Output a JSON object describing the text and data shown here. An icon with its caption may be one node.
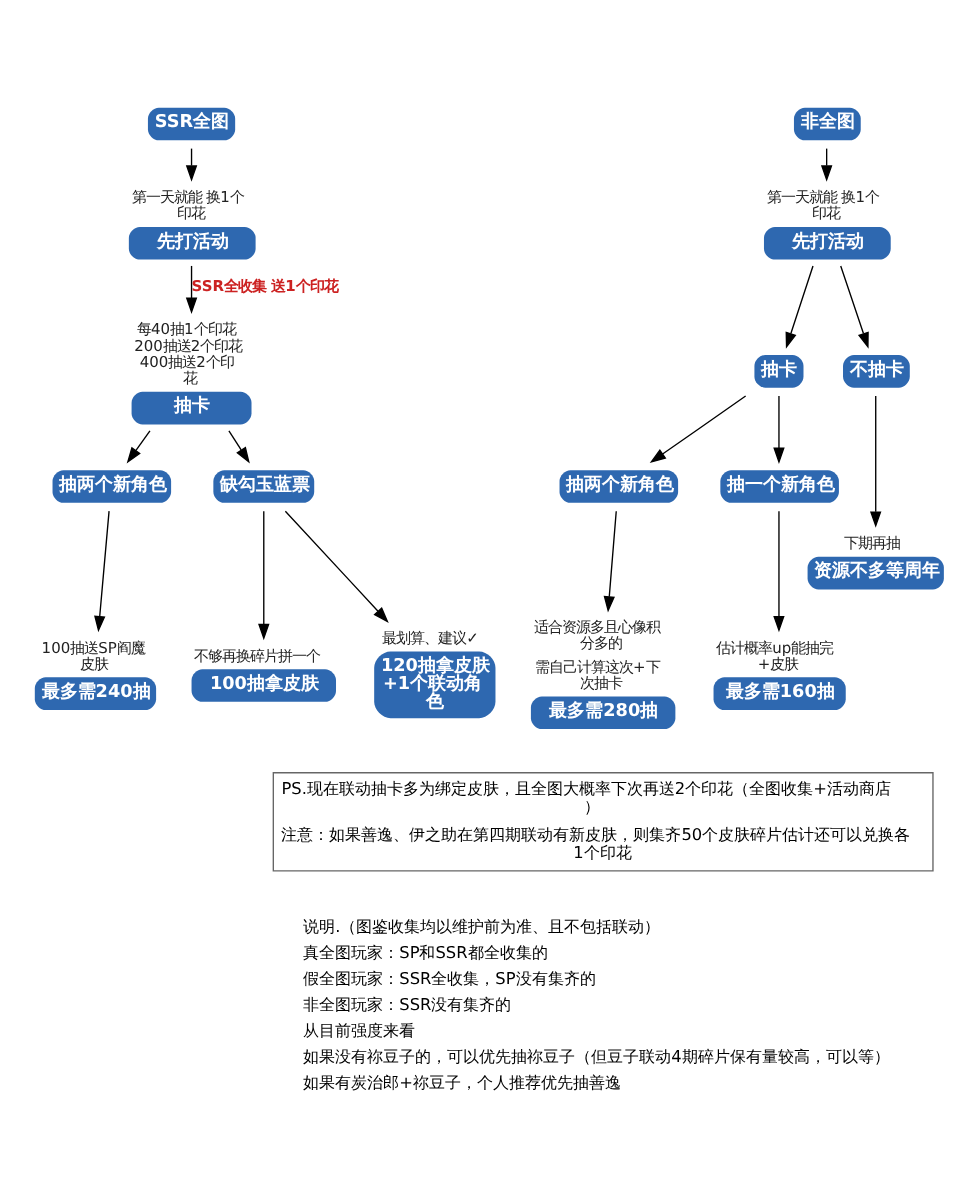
{
  "diagram": {
    "nodes": [
      {
        "text": [
          "SSR全图"
        ]
      },
      {
        "text": [
          "先打活动"
        ],
        "beside": [
          "第一天就能 换1个印花"
        ]
      },
      {
        "text": [
          "抽卡"
        ],
        "beside": [
          "每40抽1个印花 200抽送2个印花 400抽送2个印花"
        ]
      },
      {
        "text": [
          "抽两个新角色"
        ]
      },
      {
        "text": [
          "最多需240抽"
        ],
        "beside": [
          "100抽送SP阎魔皮肤"
        ]
      },
      {
        "text": [
          "缺勾玉蓝票"
        ]
      },
      {
        "text": [
          "100抽拿皮肤"
        ],
        "beside": [
          "不够再换碎片拼一个"
        ]
      },
      {
        "text": [
          "120抽拿皮肤 +1个联动角色"
        ],
        "beside": [
          "最划算、建议✓"
        ]
      },
      {
        "text": [
          "非全图"
        ]
      },
      {
        "text": [
          "先打活动"
        ],
        "beside": [
          "第一天就能 换1个印花"
        ]
      },
      {
        "text": [
          "抽卡"
        ]
      },
      {
        "text": [
          "抽两个新角色"
        ]
      },
      {
        "text": [
          "抽一个新角色"
        ]
      },
      {
        "text": [
          "最多需280抽"
        ],
        "beside": [
          "适合资源多且心像积分多的",
          "需自己计算这次+下次抽卡"
        ]
      },
      {
        "text": [
          "最多需160抽"
        ],
        "beside": [
          "估计概率up能抽完+皮肤"
        ]
      },
      {
        "text": [
          "不抽卡"
        ]
      },
      {
        "text": [
          "资源不多等周年"
        ],
        "beside": [
          "下期再抽"
        ]
      },
      {
        "text": [
          "PS.现在联动抽卡多为绑定皮肤，且全图大概率下次再送2个印花（全图收集+活动商店）",
          "注意：如果善逸、伊之助在第四期联动有新皮肤，则集齐50个皮肤碎片估计还可以兑换各1个印花"
        ]
      }
    ],
    "edges": [
      {
        "from": 0,
        "to": 1,
        "arrow": "to"
      },
      {
        "from": 1,
        "to": 2,
        "arrow": "to",
        "label": "SSR全收集 送1个印花"
      },
      {
        "from": 2,
        "to": 3,
        "arrow": "to"
      },
      {
        "from": 2,
        "to": 5,
        "arrow": "to"
      },
      {
        "from": 3,
        "to": 4,
        "arrow": "to"
      },
      {
        "from": 5,
        "to": 6,
        "arrow": "to"
      },
      {
        "from": 5,
        "to": 7,
        "arrow": "to"
      },
      {
        "from": 8,
        "to": 9,
        "arrow": "to"
      },
      {
        "from": 9,
        "to": 10,
        "arrow": "to"
      },
      {
        "from": 9,
        "to": 15,
        "arrow": "to"
      },
      {
        "from": 10,
        "to": 11,
        "arrow": "to"
      },
      {
        "from": 10,
        "to": 12,
        "arrow": "to"
      },
      {
        "from": 11,
        "to": 13,
        "arrow": "to"
      },
      {
        "from": 12,
        "to": 14,
        "arrow": "to"
      },
      {
        "from": 15,
        "to": 16,
        "arrow": "to"
      }
    ],
    "labels": [
      "说明.（图鉴收集均以维护前为准、且不包括联动）",
      "真全图玩家：SP和SSR都全收集的",
      "假全图玩家：SSR全收集，SP没有集齐的",
      "非全图玩家：SSR没有集齐的",
      "从目前强度来看",
      "如果没有祢豆子的，可以优先抽祢豆子（但豆子联动4期碎片保有量较高，可以等）",
      "如果有炭治郎+祢豆子，个人推荐优先抽善逸"
    ]
  }
}
